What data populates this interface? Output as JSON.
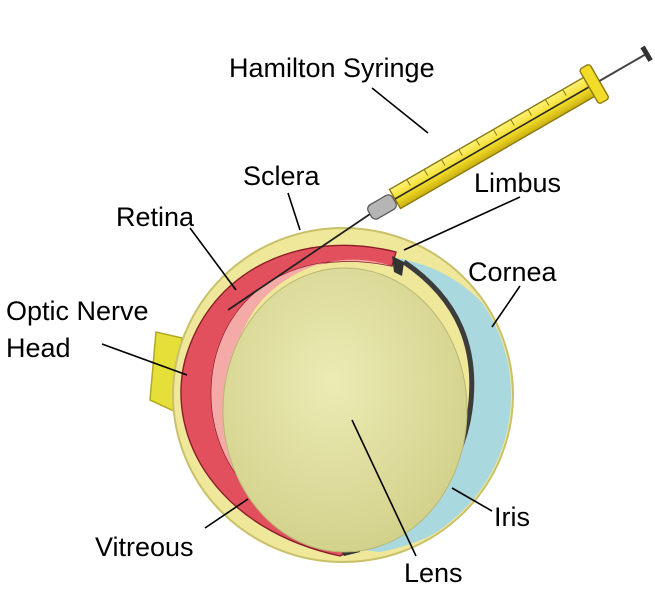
{
  "labels": {
    "hamilton_syringe": "Hamilton Syringe",
    "sclera": "Sclera",
    "limbus": "Limbus",
    "retina": "Retina",
    "cornea": "Cornea",
    "optic_nerve_head_line1": "Optic Nerve",
    "optic_nerve_head_line2": "Head",
    "iris": "Iris",
    "vitreous": "Vitreous",
    "lens": "Lens"
  },
  "colors": {
    "sclera": "#efe89a",
    "sclera_edge": "#c9c06a",
    "retina": "#e2505e",
    "vitreous": "#f4aaa6",
    "lens": "#dcdc96",
    "cornea_anterior_chamber": "#a9d8de",
    "iris_band": "#3c3c3c",
    "optic_nerve": "#e6df3a",
    "syringe_barrel": "#f2dc28",
    "syringe_outline": "#8a7a10",
    "leader_lines": "#000000"
  }
}
